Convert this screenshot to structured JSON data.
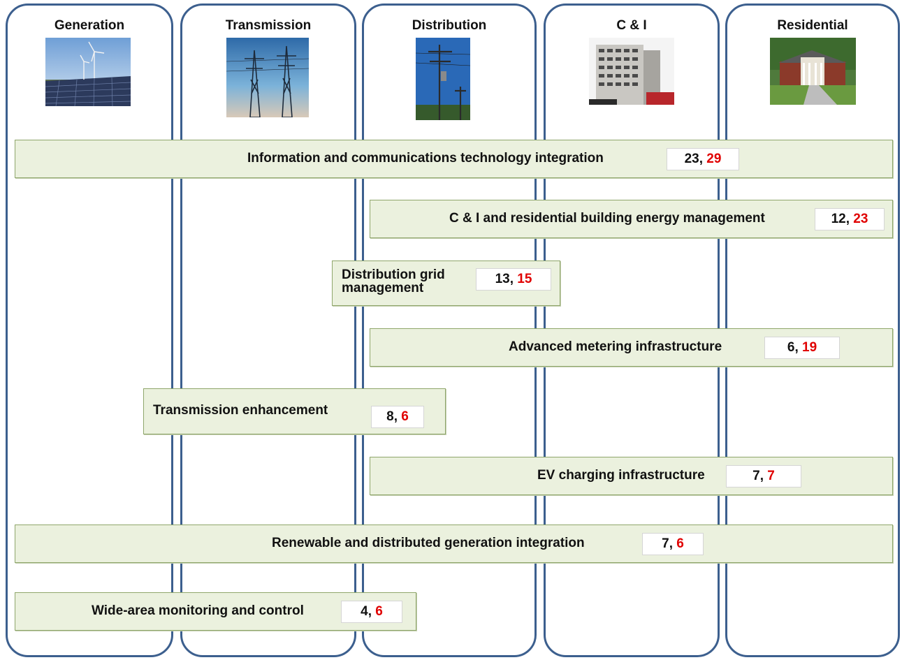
{
  "columns": [
    {
      "title": "Generation",
      "image": "solar-panels-and-wind-turbines"
    },
    {
      "title": "Transmission",
      "image": "transmission-towers"
    },
    {
      "title": "Distribution",
      "image": "utility-pole"
    },
    {
      "title": "C & I",
      "image": "office-building"
    },
    {
      "title": "Residential",
      "image": "house"
    }
  ],
  "programs": [
    {
      "label": "Information and communications technology integration",
      "count_a": "23",
      "sep": ",",
      "count_b": "29"
    },
    {
      "label": "C & I and residential building energy management",
      "count_a": "12",
      "sep": ",",
      "count_b": "23"
    },
    {
      "label": "Distribution grid management",
      "count_a": "13",
      "sep": ",",
      "count_b": "15"
    },
    {
      "label": "Advanced metering infrastructure",
      "count_a": "6",
      "sep": ",",
      "count_b": "19"
    },
    {
      "label": "Transmission enhancement",
      "count_a": "8",
      "sep": ",",
      "count_b": "6"
    },
    {
      "label": "EV charging infrastructure",
      "count_a": "7",
      "sep": ",",
      "count_b": "7"
    },
    {
      "label": "Renewable and distributed generation integration",
      "count_a": "7",
      "sep": ",",
      "count_b": "6"
    },
    {
      "label": "Wide-area monitoring and control",
      "count_a": "4",
      "sep": ",",
      "count_b": "6"
    }
  ],
  "colors": {
    "column_border": "#3c5f8e",
    "bar_fill": "#ebf1de",
    "bar_border": "#8fa66b",
    "count_highlight": "#e00000"
  }
}
